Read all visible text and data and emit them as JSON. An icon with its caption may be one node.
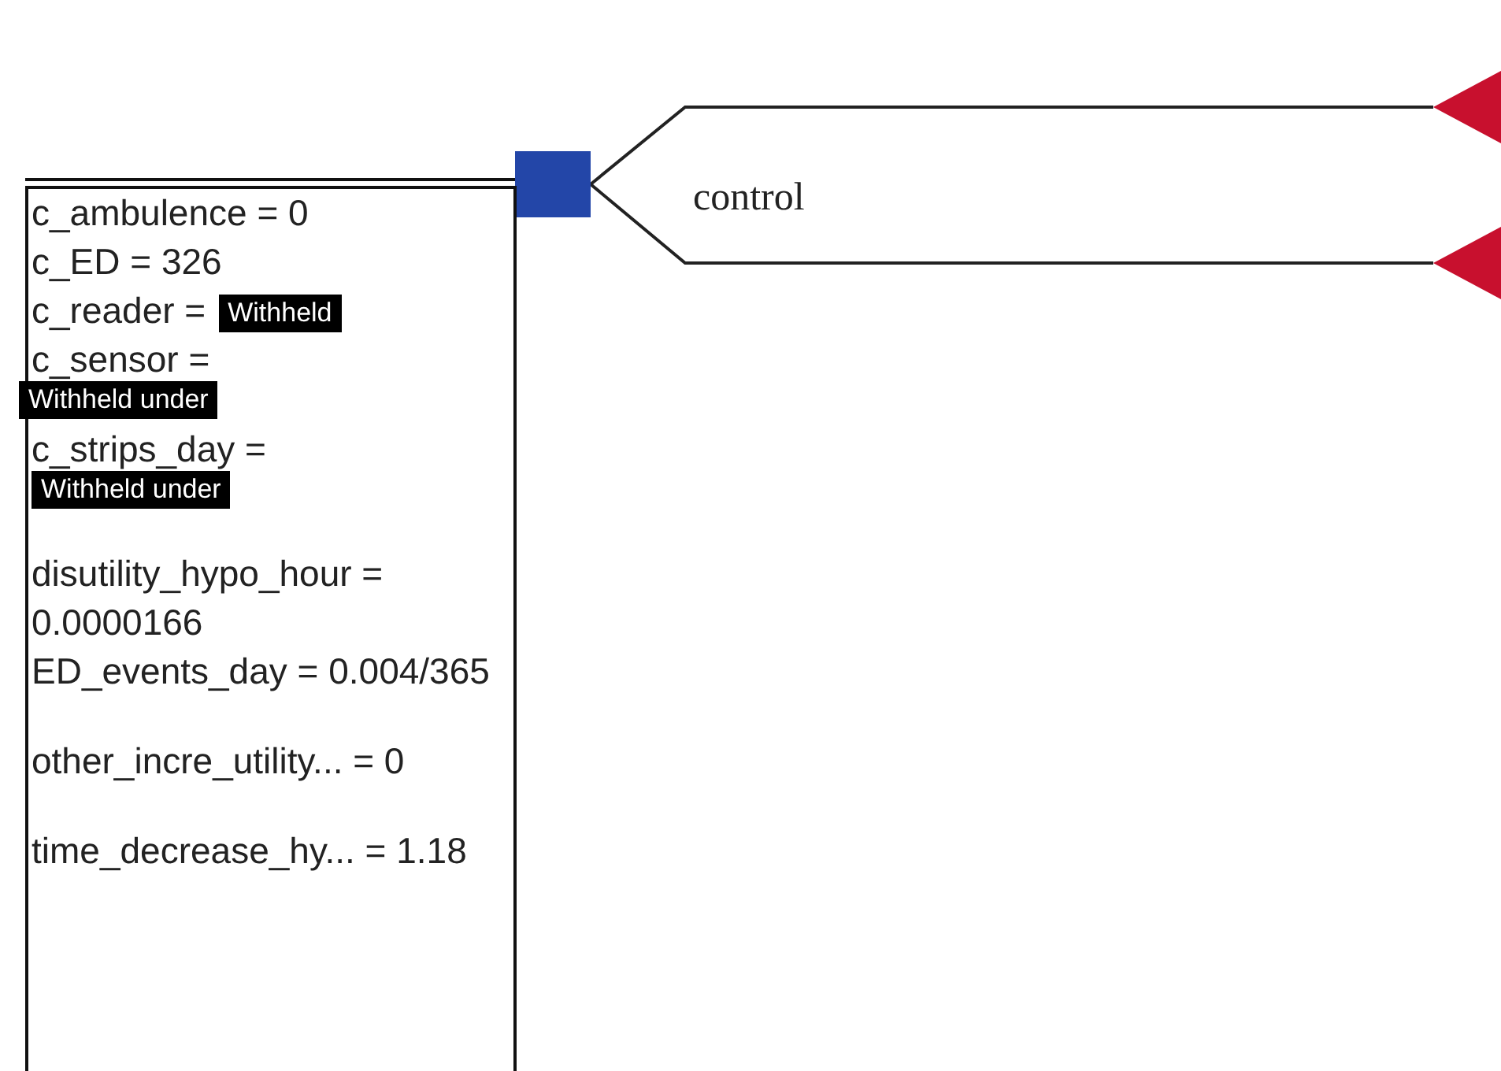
{
  "diagram": {
    "nodes": [
      {
        "text": [],
        "shape": "box"
      },
      {
        "text": [
          "c_ambulence = 0",
          "c_ED = 326",
          "c_reader =",
          "c_sensor =",
          "c_strips_day =",
          "disutility_hypo_hour = 0.0000166",
          "ED_events_day = 0.004/365",
          "other_incre_utility... = 0",
          "time_decrease_hy... = 1.18"
        ]
      },
      {
        "text": [
          "Withheld"
        ],
        "in": 1
      },
      {
        "text": [
          "Withheld under"
        ],
        "in": 1
      },
      {
        "text": [
          "Withheld under"
        ],
        "in": 1
      },
      {
        "text": [],
        "shape": "triangle"
      },
      {
        "text": [],
        "shape": "triangle"
      }
    ],
    "edges": [
      {
        "from": 0,
        "to": 5,
        "arrow": "none"
      },
      {
        "from": 0,
        "to": 6,
        "label": "control",
        "arrow": "none"
      }
    ]
  }
}
